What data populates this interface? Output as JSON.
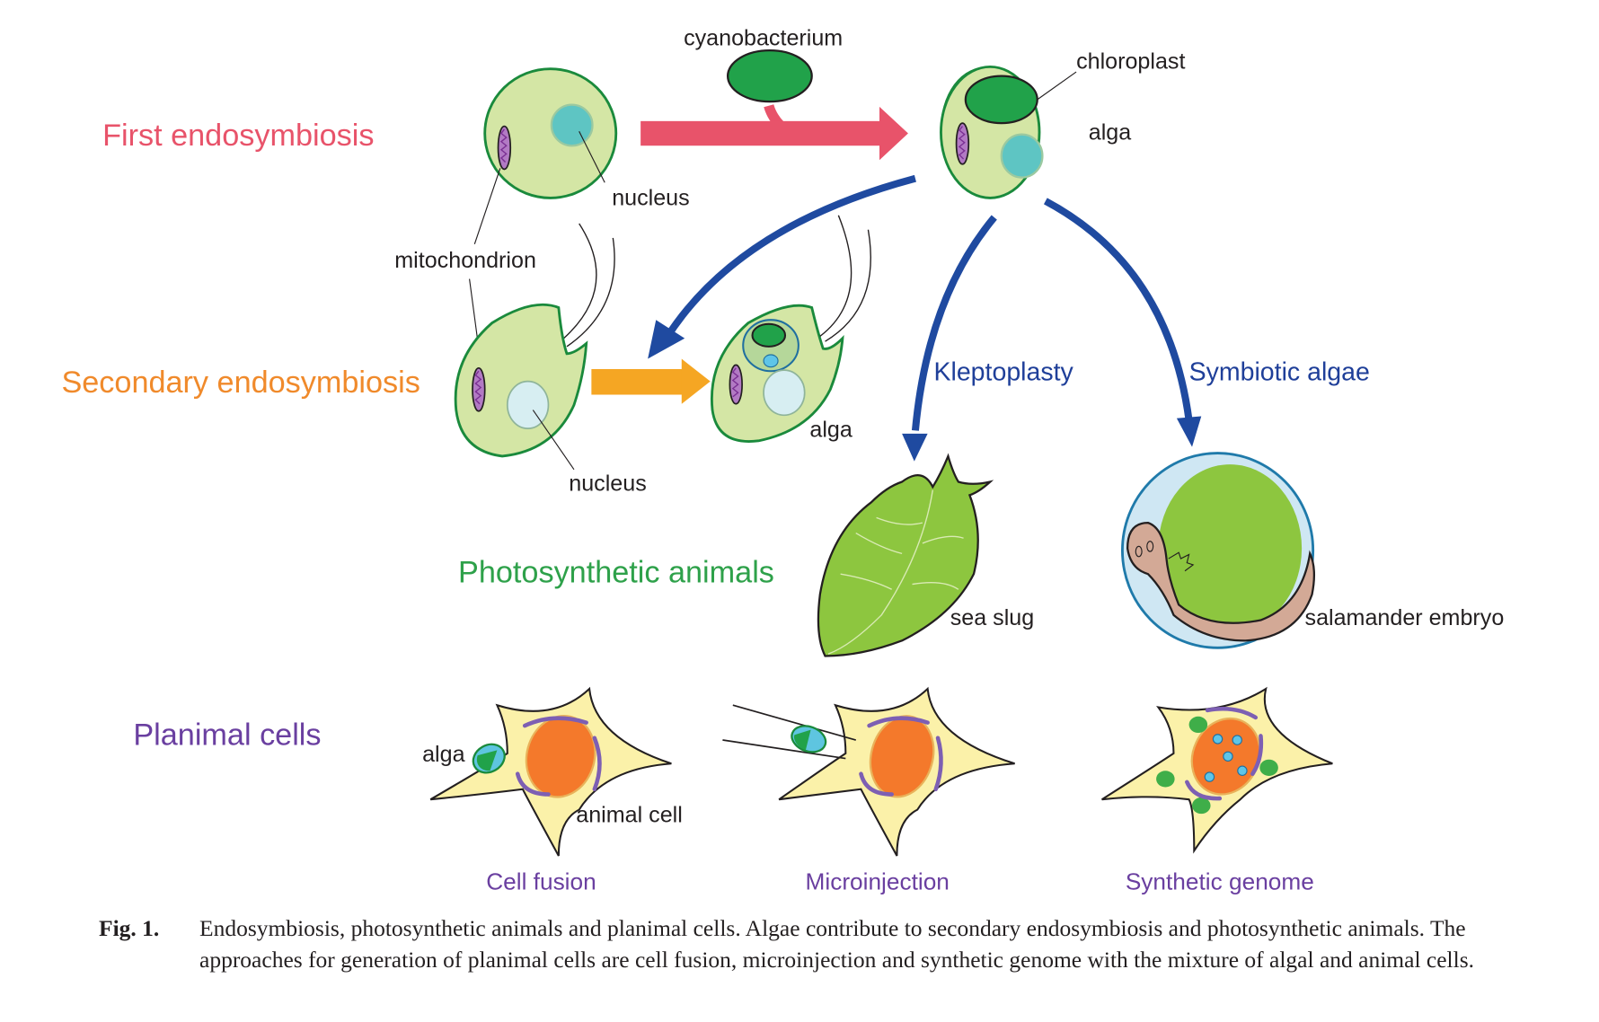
{
  "sections": {
    "first": "First endosymbiosis",
    "secondary": "Secondary endosymbiosis",
    "photosynthetic": "Photosynthetic animals",
    "planimal": "Planimal cells"
  },
  "labels": {
    "cyanobacterium": "cyanobacterium",
    "chloroplast": "chloroplast",
    "alga_top": "alga",
    "nucleus_top": "nucleus",
    "mitochondrion": "mitochondrion",
    "nucleus_secondary": "nucleus",
    "alga_secondary": "alga",
    "sea_slug": "sea slug",
    "salamander_embryo": "salamander embryo",
    "alga_fusion": "alga",
    "animal_cell": "animal cell"
  },
  "pathways": {
    "kleptoplasty": "Kleptoplasty",
    "symbiotic_algae": "Symbiotic algae"
  },
  "methods": [
    "Cell fusion",
    "Microinjection",
    "Synthetic genome"
  ],
  "caption": {
    "fig_no": "Fig. 1.",
    "text": "Endosymbiosis, photosynthetic animals and planimal cells. Algae contribute to secondary endosymbiosis and photosynthetic animals. The approaches for generation of planimal cells are cell fusion, microinjection and synthetic genome with the mixture of algal and animal cells."
  },
  "colors": {
    "first": "#e8536a",
    "secondary": "#f08a2b",
    "photosynthetic": "#2ea14a",
    "planimal": "#6a3fa0",
    "pathway_arrow": "#1f4aa0",
    "cell_fill": "#d4e6a5",
    "cell_stroke": "#1a8a3c"
  }
}
